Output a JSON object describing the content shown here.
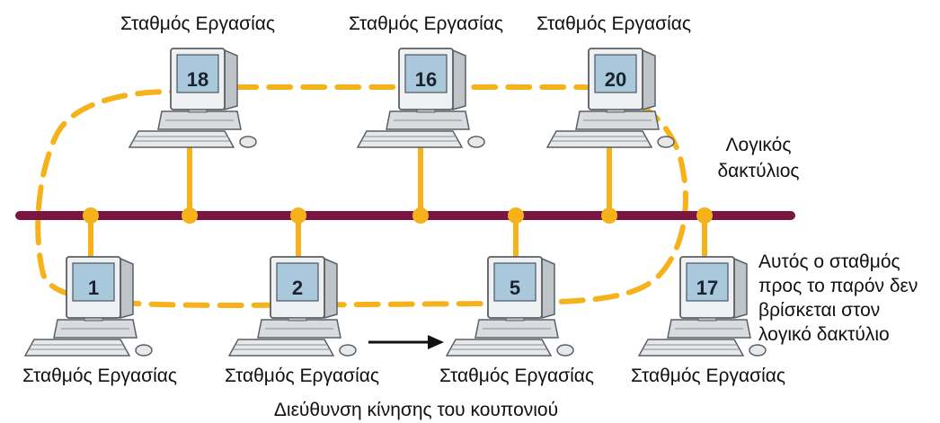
{
  "colors": {
    "bus": "#7a1640",
    "ring": "#f5b21a",
    "connector": "#f5b21a",
    "monitor_body": "#eef0f2",
    "screen": "#a9c8dc",
    "text": "#111111"
  },
  "stations": [
    {
      "number": "18",
      "label": "Σταθμός Εργασίας",
      "in_ring": true
    },
    {
      "number": "16",
      "label": "Σταθμός Εργασίας",
      "in_ring": true
    },
    {
      "number": "20",
      "label": "Σταθμός Εργασίας",
      "in_ring": true
    },
    {
      "number": "1",
      "label": "Σταθμός Εργασίας",
      "in_ring": true
    },
    {
      "number": "2",
      "label": "Σταθμός Εργασίας",
      "in_ring": true
    },
    {
      "number": "5",
      "label": "Σταθμός Εργασίας",
      "in_ring": true
    },
    {
      "number": "17",
      "label": "Σταθμός Εργασίας",
      "in_ring": false
    }
  ],
  "logical_ring_label": [
    "Λογικός",
    "δακτύλιος"
  ],
  "excluded_note": [
    "Αυτός ο σταθμός",
    "προς το παρόν δεν",
    "βρίσκεται στον",
    "λογικό δακτύλιο"
  ],
  "token_direction_label": "Διεύθυνση κίνησης του κουπονιού"
}
